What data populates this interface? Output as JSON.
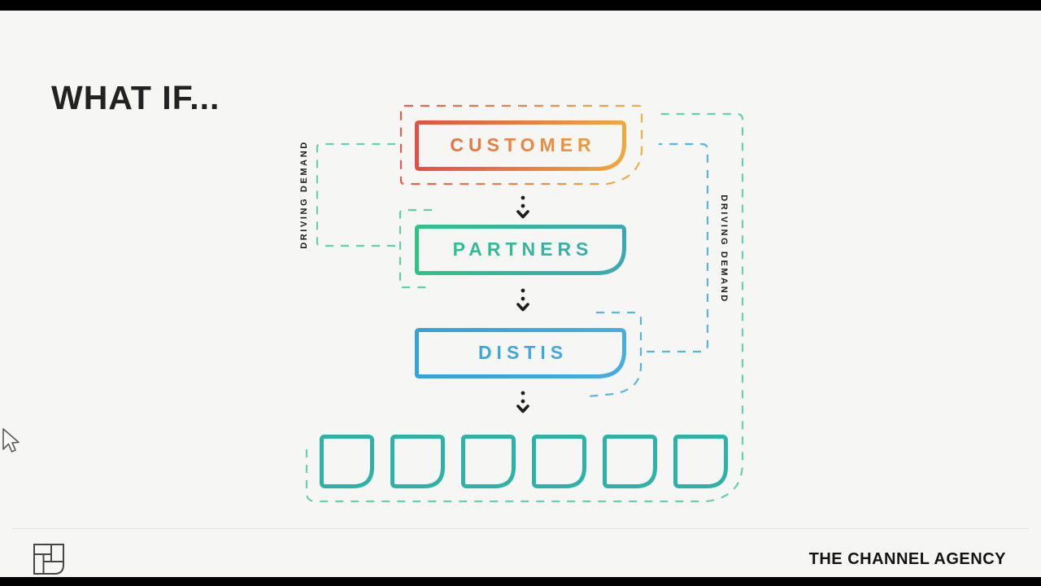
{
  "slide": {
    "title": "WHAT IF...",
    "brand": "THE CHANNEL AGENCY"
  },
  "diagram": {
    "boxes": [
      {
        "id": "customer",
        "label": "CUSTOMER",
        "stroke_start": "#e25142",
        "stroke_end": "#f0a83c"
      },
      {
        "id": "partners",
        "label": "PARTNERS",
        "stroke_start": "#2ec487",
        "stroke_end": "#3fa6b6"
      },
      {
        "id": "distis",
        "label": "DISTIS",
        "stroke_start": "#35a2d8",
        "stroke_end": "#47ace2"
      }
    ],
    "side_labels": {
      "left": "DRIVING DEMAND",
      "right": "DRIVING DEMAND"
    },
    "flow_arrow_count": 3,
    "end_unit_count": 6,
    "colors": {
      "end_units": "#2cb2a6",
      "dashed_teal": "#63d1b4",
      "dashed_blue": "#55b7dd",
      "dashed_orange_start": "#e0604f",
      "dashed_orange_end": "#eeb14a",
      "arrow": "#1e1e1e",
      "background": "#f6f6f4"
    }
  }
}
